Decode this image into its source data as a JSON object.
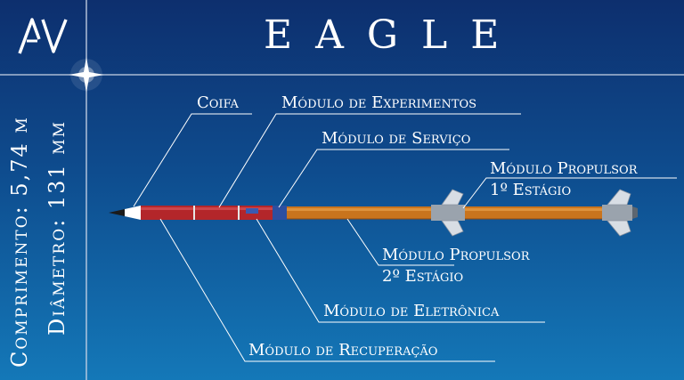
{
  "logo": {
    "text": "AV"
  },
  "title": "EAGLE",
  "specs": {
    "length": "Comprimento: 5,74 m",
    "diameter": "Diâmetro: 131 mm"
  },
  "labels": {
    "coifa": "Coifa",
    "experimentos": "Módulo de Experimentos",
    "servico": "Módulo de Serviço",
    "propulsor1_line1": "Módulo Propulsor",
    "propulsor1_line2": "1º Estágio",
    "propulsor2_line1": "Módulo Propulsor",
    "propulsor2_line2": "2º Estágio",
    "eletronica": "Módulo de Eletrônica",
    "recuperacao": "Módulo de Recuperação"
  },
  "colors": {
    "background_top": "#0d2f6e",
    "background_bottom": "#1478b8",
    "rocket_red": "#b3262a",
    "rocket_orange": "#c9741d",
    "fins": "#d8dde4",
    "lines": "#ffffff"
  }
}
